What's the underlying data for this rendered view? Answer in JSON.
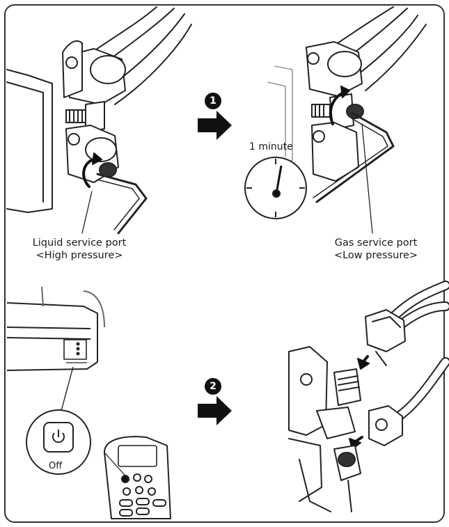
{
  "steps": [
    {
      "number": "1",
      "timer_label": "1 minute"
    },
    {
      "number": "2"
    }
  ],
  "ports": {
    "liquid": {
      "name": "Liquid service port",
      "pressure": "<High pressure>"
    },
    "gas": {
      "name": "Gas service port",
      "pressure": "<Low pressure>"
    }
  },
  "remote": {
    "off_label": "Off"
  },
  "icons": {
    "power": "power-icon",
    "arrow": "arrow-right-icon",
    "hex_key": "hex-key-icon",
    "clock": "clock-icon"
  }
}
